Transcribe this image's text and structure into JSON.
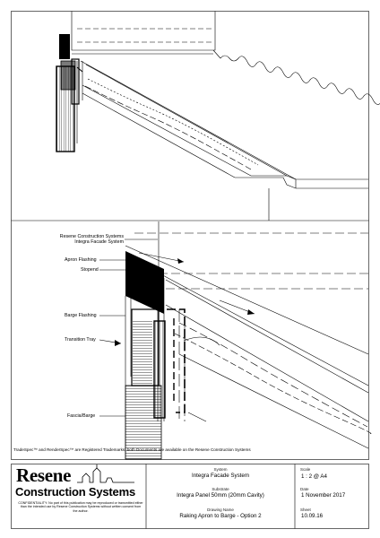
{
  "labels": {
    "resene_system": [
      "Resene Construction Systems",
      "Integra Facade System"
    ],
    "apron_flashing": "Apron Flashing",
    "stopend": "Stopend",
    "barge_flashing": "Barge Flashing",
    "transition_tray": "Transition Tray",
    "fascia_barge": "Fascia/Barge"
  },
  "trademark_note": "TradeSpec™ and RenderSpec™ are Registered Trademarks, both Documents are available on the Resene Construction Systems",
  "title_block": {
    "logo_word": "Resene",
    "logo_subtitle": "Construction Systems",
    "confidentiality": "CONFIDENTIALITY: No part of this publication may be reproduced or transmitted either than the intended use by Resene Construction Systems without written consent from the author.",
    "system_label": "System",
    "system_value": "Integra Facade System",
    "substrate_label": "Substrate",
    "substrate_value": "Integra Panel 50mm (20mm Cavity)",
    "drawing_name_label": "Drawing Name",
    "drawing_name_value": "Raking Apron to Barge - Option 2",
    "scale_label": "Scale",
    "scale_value": "1 : 2 @ A4",
    "date_label": "Date",
    "date_value": "1 November 2017",
    "sheet_label": "Sheet",
    "sheet_value": "10.09.16"
  }
}
